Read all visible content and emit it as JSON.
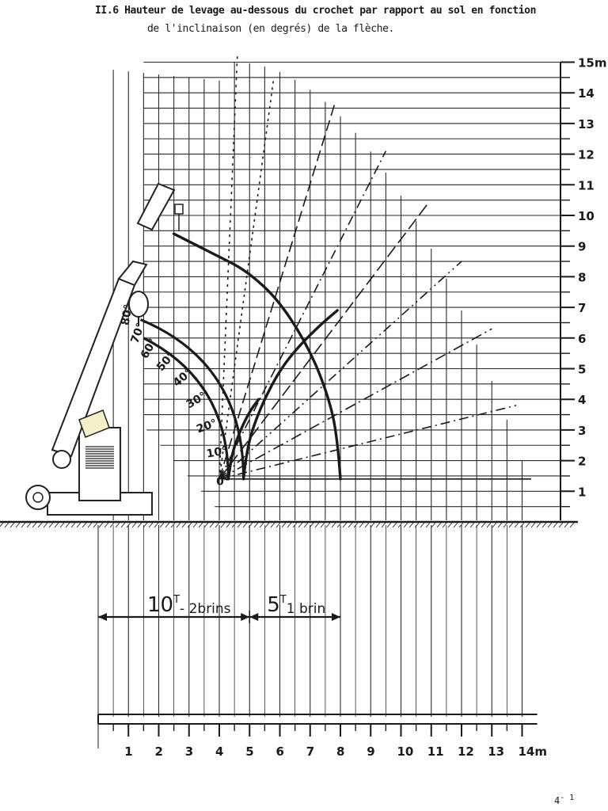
{
  "title": {
    "line1": "II.6 Hauteur de levage au-dessous du crochet par rapport au sol en fonction",
    "line2": "de l'inclinaison (en degrés) de la flèche."
  },
  "page_number": {
    "major": "4",
    "minor": "- 1"
  },
  "chart_data": {
    "type": "line",
    "title": "Hauteur de levage au-dessous du crochet par rapport au sol en fonction de l'inclinaison (en degrés) de la flèche",
    "x_axis": {
      "unit": "m",
      "range": [
        0,
        14
      ],
      "tick_labels": [
        "1",
        "2",
        "3",
        "4",
        "5",
        "6",
        "7",
        "8",
        "9",
        "10",
        "11",
        "12",
        "13",
        "14m"
      ]
    },
    "y_axis": {
      "unit": "m",
      "range": [
        0,
        15
      ],
      "tick_labels": [
        "1",
        "2",
        "3",
        "4",
        "5",
        "6",
        "7",
        "8",
        "9",
        "10",
        "11",
        "12",
        "13",
        "14",
        "15m"
      ]
    },
    "grid": true,
    "boom_angles": [
      {
        "label": "0°",
        "deg": 0
      },
      {
        "label": "10°",
        "deg": 10
      },
      {
        "label": "20°",
        "deg": 20
      },
      {
        "label": "30°",
        "deg": 30
      },
      {
        "label": "40°",
        "deg": 40
      },
      {
        "label": "50°",
        "deg": 50
      },
      {
        "label": "60°",
        "deg": 60
      },
      {
        "label": "70°",
        "deg": 70
      },
      {
        "label": "80°",
        "deg": 80
      }
    ],
    "series": [
      {
        "values": [
          [
            4.3,
            1.4
          ],
          [
            4.4,
            2.2
          ],
          [
            4.7,
            3.0
          ],
          [
            5.0,
            3.6
          ],
          [
            5.3,
            4.0
          ]
        ]
      },
      {
        "values": [
          [
            4.8,
            1.4
          ],
          [
            4.9,
            2.4
          ],
          [
            5.3,
            3.6
          ],
          [
            5.9,
            4.8
          ],
          [
            6.5,
            5.6
          ],
          [
            7.3,
            6.4
          ],
          [
            7.9,
            6.9
          ]
        ]
      },
      {
        "values": [
          [
            8.0,
            1.4
          ],
          [
            7.9,
            2.8
          ],
          [
            7.6,
            4.1
          ],
          [
            7.0,
            5.6
          ],
          [
            6.0,
            7.2
          ],
          [
            4.9,
            8.2
          ],
          [
            3.9,
            8.7
          ],
          [
            2.7,
            9.3
          ],
          [
            2.5,
            9.4
          ]
        ]
      }
    ],
    "boom_rays": [
      {
        "deg": 10,
        "end": [
          13.8,
          3.8
        ]
      },
      {
        "deg": 20,
        "end": [
          13.0,
          6.3
        ]
      },
      {
        "deg": 30,
        "end": [
          12.0,
          8.5
        ]
      },
      {
        "deg": 40,
        "end": [
          10.9,
          10.4
        ]
      },
      {
        "deg": 50,
        "end": [
          9.5,
          12.1
        ]
      },
      {
        "deg": 60,
        "end": [
          7.8,
          13.6
        ]
      },
      {
        "deg": 70,
        "end": [
          5.8,
          14.5
        ]
      },
      {
        "deg": 80,
        "end": [
          4.6,
          15.3
        ]
      }
    ],
    "capacity_zones": [
      {
        "label": "10",
        "superscript": "T",
        "suffix": "- 2brins",
        "x_range": [
          0,
          5
        ]
      },
      {
        "label": "5",
        "superscript": "T",
        "suffix": "1 brin",
        "x_range": [
          5,
          8
        ]
      }
    ]
  }
}
